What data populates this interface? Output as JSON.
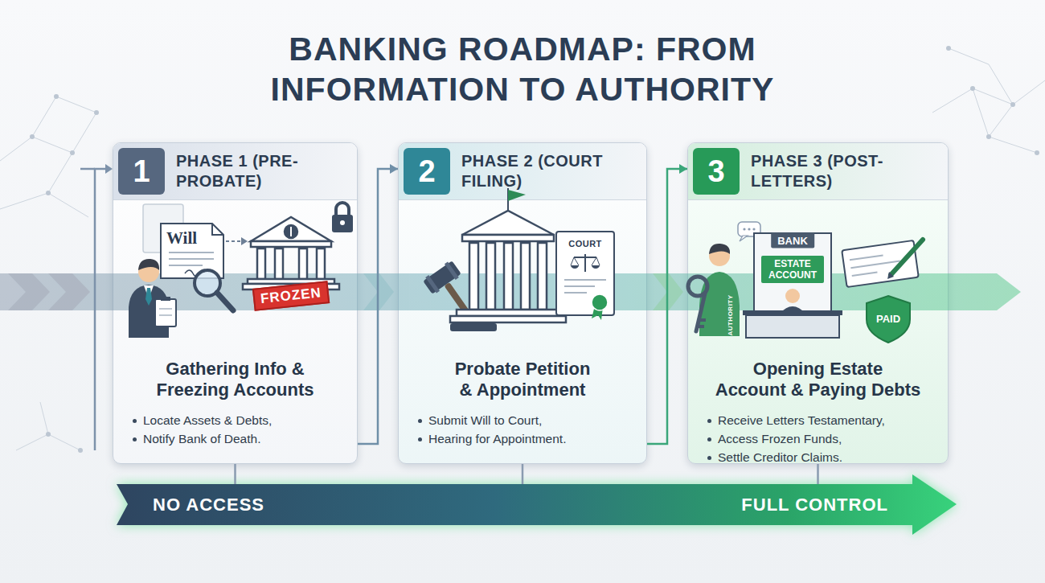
{
  "diagram": {
    "title": "BANKING ROADMAP: FROM INFORMATION TO AUTHORITY",
    "nodes": [
      {
        "text": [
          "1",
          "PHASE 1 (PRE-PROBATE)",
          "Gathering Info & Freezing Accounts",
          "Locate Assets & Debts,",
          "Notify Bank of Death."
        ]
      },
      {
        "text": [
          "2",
          "PHASE 2 (COURT FILING)",
          "Probate Petition & Appointment",
          "Submit Will to Court,",
          "Hearing for Appointment."
        ]
      },
      {
        "text": [
          "3",
          "PHASE 3 (POST-LETTERS)",
          "Opening Estate Account & Paying Debts",
          "Receive Letters Testamentary,",
          "Access Frozen Funds,",
          "Settle Creditor Claims."
        ]
      },
      {
        "text": [
          "NO ACCESS",
          "FULL CONTROL"
        ]
      }
    ],
    "edges": [
      {
        "from": 0,
        "to": 1,
        "arrow": "to"
      },
      {
        "from": 1,
        "to": 2,
        "arrow": "to"
      },
      {
        "from": 0,
        "to": 3,
        "arrow": "none"
      },
      {
        "from": 1,
        "to": 3,
        "arrow": "none"
      },
      {
        "from": 2,
        "to": 3,
        "arrow": "none"
      }
    ],
    "labels": [
      "Will",
      "FROZEN",
      "COURT",
      "AUTHORITY",
      "BANK",
      "ESTATE ACCOUNT",
      "PAID"
    ]
  }
}
